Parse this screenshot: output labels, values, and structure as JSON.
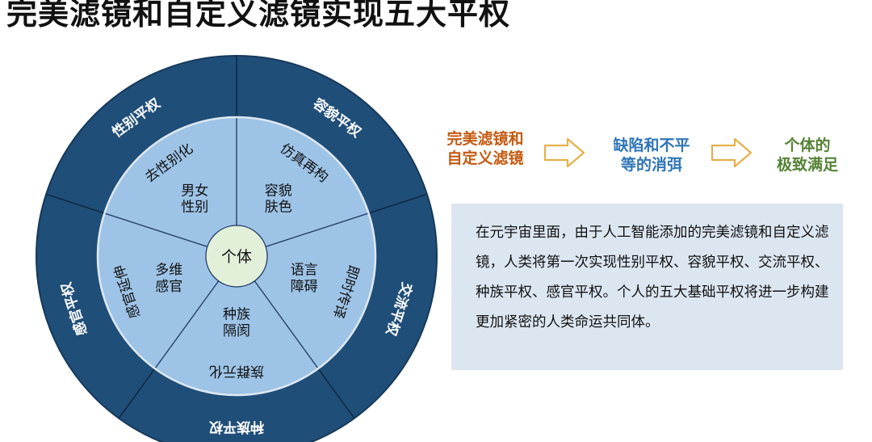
{
  "title": "完美滤镜和自定义滤镜实现五大平权",
  "wheel": {
    "center": "个体",
    "outer": [
      "性别平权",
      "容貌平权",
      "交流平权",
      "种族平权",
      "感官平权"
    ],
    "middle": [
      "去性别化",
      "仿真再构",
      "即时传译",
      "族群元化",
      "感官延伸"
    ],
    "inner": [
      [
        "男女",
        "性别"
      ],
      [
        "容貌",
        "肤色"
      ],
      [
        "语言",
        "障碍"
      ],
      [
        "种族",
        "隔阂"
      ],
      [
        "多维",
        "感官"
      ]
    ]
  },
  "flow": {
    "steps": [
      "完美滤镜和\n自定义滤镜",
      "缺陷和不平\n等的消弭",
      "个体的\n极致满足"
    ]
  },
  "description": "在元宇宙里面，由于人工智能添加的完美滤镜和自定义滤镜，人类将第一次实现性别平权、容貌平权、交流平权、种族平权、感官平权。个人的五大基础平权将进一步构建更加紧密的人类命运共同体。",
  "colors": {
    "outer_ring": "#1f4e79",
    "inner_ring": "#9dc3e6",
    "center": "#e2f0d9",
    "step1": "#c55a11",
    "step2": "#2e75b6",
    "step3": "#548235"
  }
}
